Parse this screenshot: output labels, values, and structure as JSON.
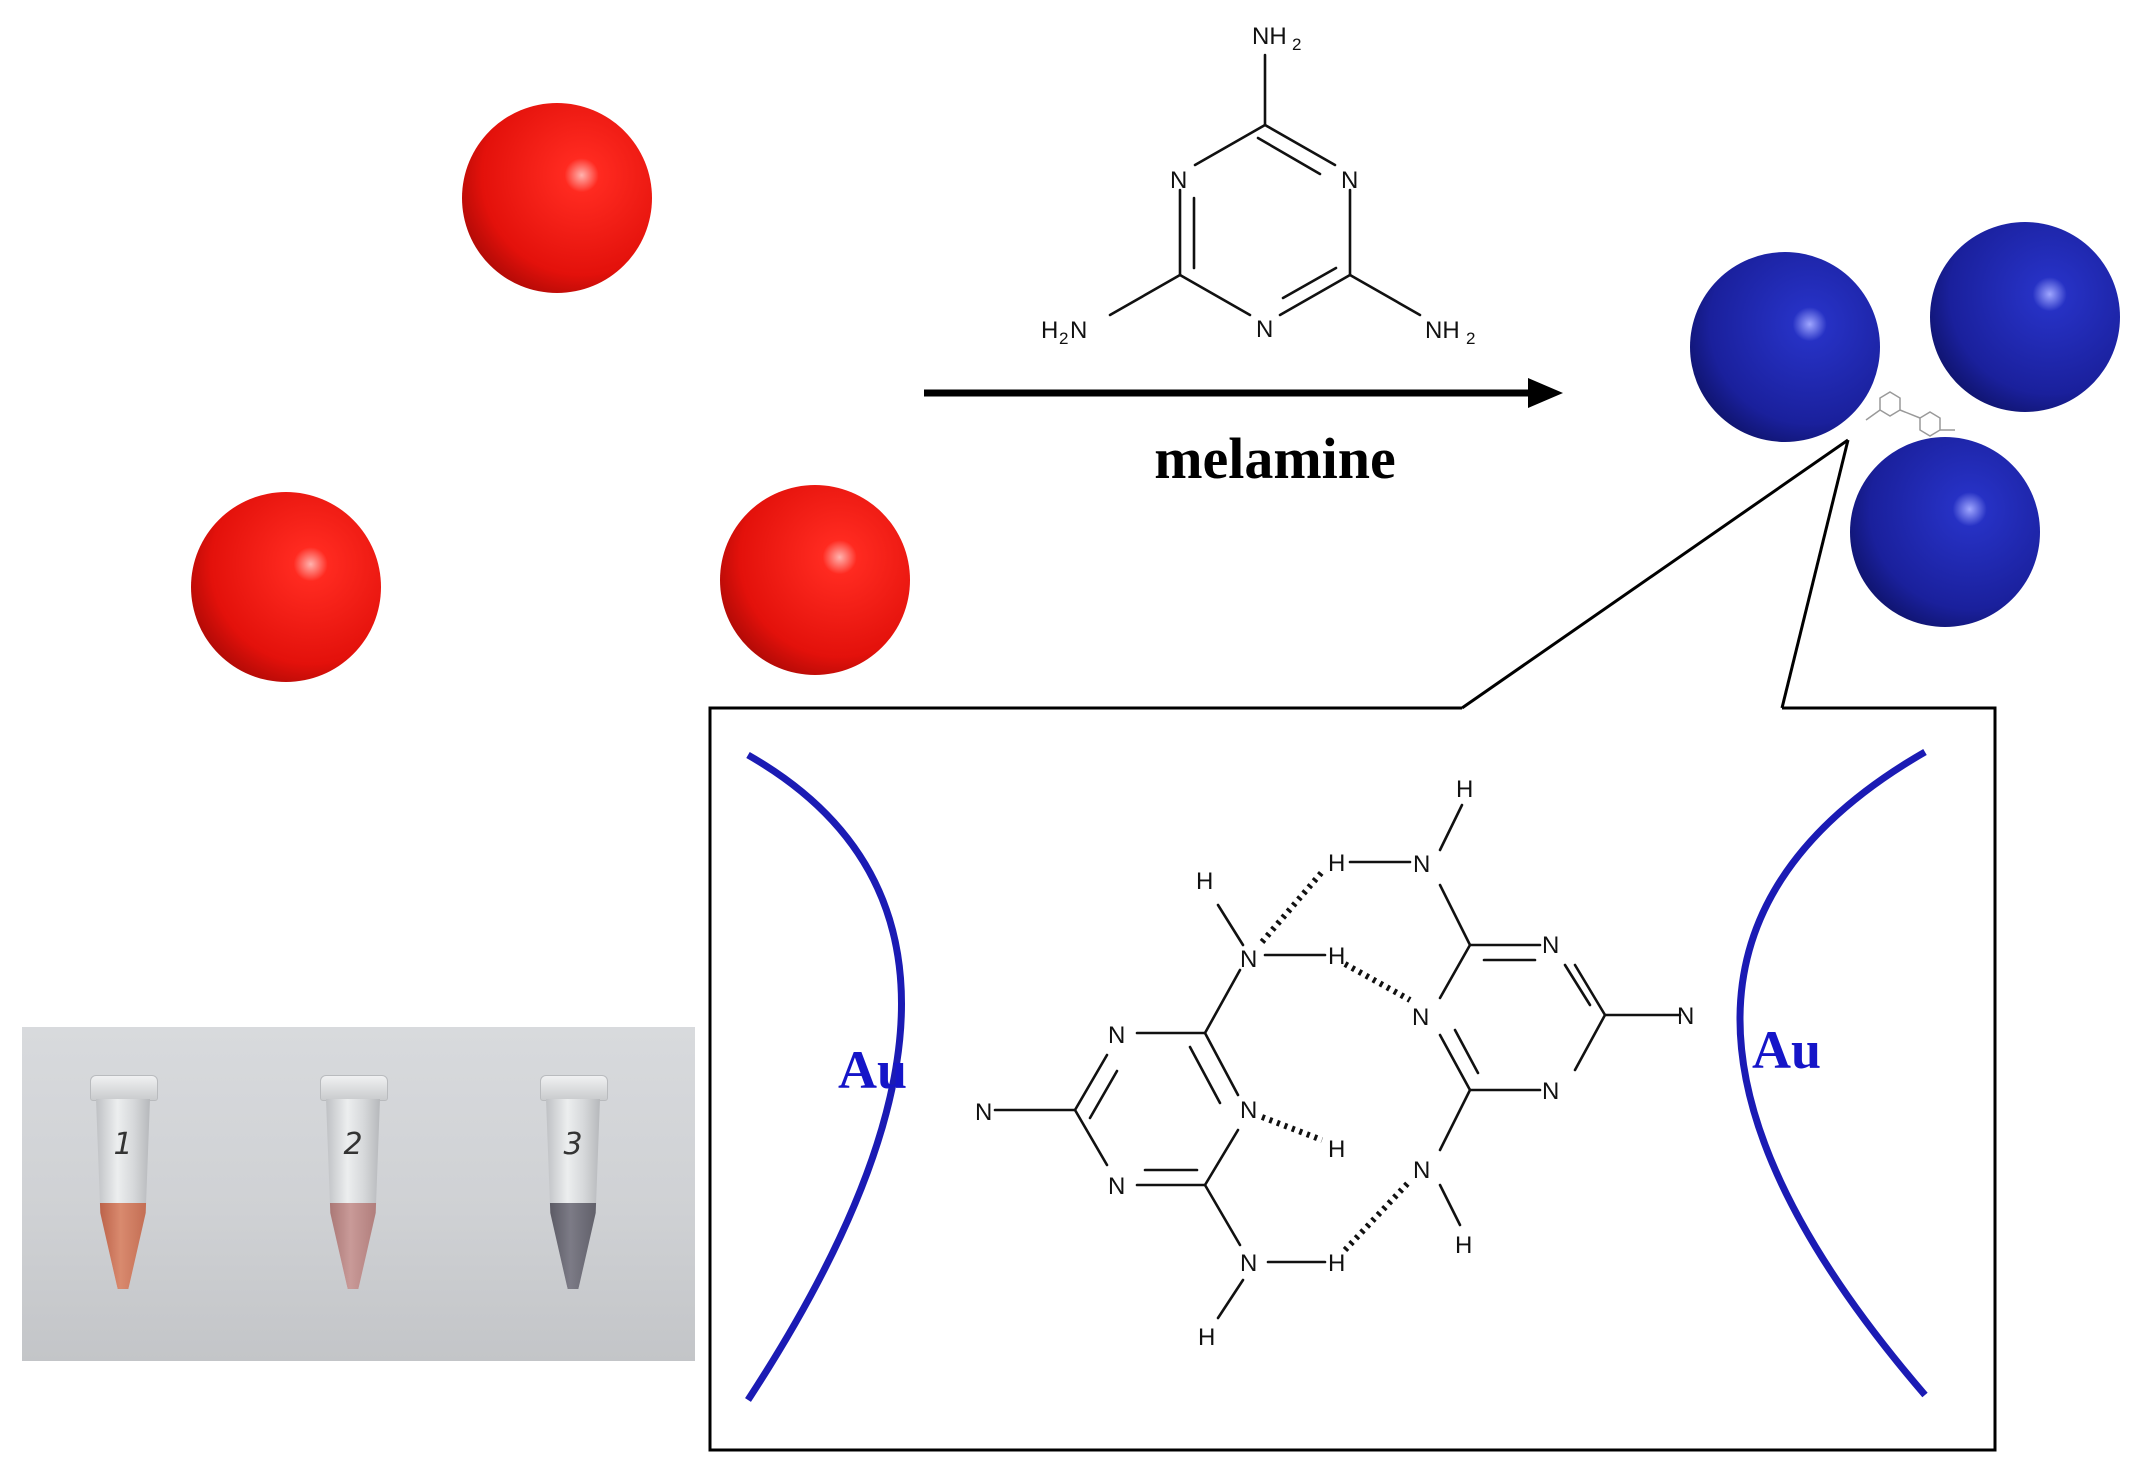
{
  "arrow_label": "melamine",
  "metal_label": "Au",
  "atoms": {
    "N": "N",
    "H": "H",
    "NH2_main": "NH",
    "NH2_sub": "2",
    "H2N_main": "H",
    "H2N_mid": "2",
    "H2N_end": "N"
  },
  "colors": {
    "red_particle": "#e8140f",
    "blue_particle": "#1a1f9c",
    "au_arc": "#1b1bb4",
    "au_text": "#1515c8"
  },
  "tubes": [
    {
      "label": "1",
      "liquid_color": "#c8775e"
    },
    {
      "label": "2",
      "liquid_color": "#b9888a"
    },
    {
      "label": "3",
      "liquid_color": "#6e6d78"
    }
  ]
}
